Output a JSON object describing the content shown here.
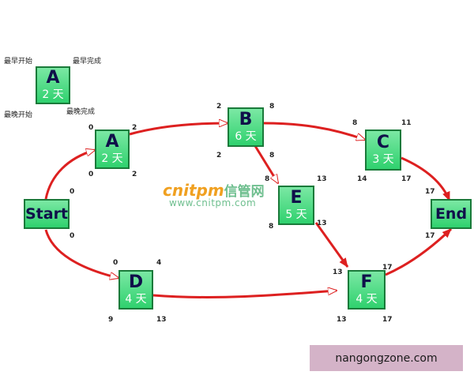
{
  "colors": {
    "edge": "#dd2020",
    "node_fill_top": "#7be8a4",
    "node_fill_bottom": "#2fd16e",
    "node_border": "#1a7a3a",
    "watermark_orange": "#f0a020",
    "watermark_green": "#6fbf8f",
    "credit_bg": "#d4b3c8"
  },
  "legend": {
    "node_name": "A",
    "node_duration": "2 天",
    "top_left": "最早开始",
    "top_right": "最早完成",
    "bottom_left": "最晚开始",
    "bottom_right": "最晚完成"
  },
  "nodes": {
    "start": {
      "name": "Start",
      "top_value": "0",
      "bottom_value": "0"
    },
    "a": {
      "name": "A",
      "duration": "2 天",
      "early_start": "0",
      "early_finish": "2",
      "late_start": "0",
      "late_finish": "2"
    },
    "b": {
      "name": "B",
      "duration": "6 天",
      "early_start": "2",
      "early_finish": "8",
      "late_start": "2",
      "late_finish": "8"
    },
    "c": {
      "name": "C",
      "duration": "3 天",
      "early_start": "8",
      "early_finish": "11",
      "late_start": "14",
      "late_finish": "17"
    },
    "d": {
      "name": "D",
      "duration": "4 天",
      "early_start": "0",
      "early_finish": "4",
      "late_start": "9",
      "late_finish": "13"
    },
    "e": {
      "name": "E",
      "duration": "5 天",
      "early_start": "8",
      "early_finish": "13",
      "late_start": "8",
      "late_finish": "13"
    },
    "f": {
      "name": "F",
      "duration": "4 天",
      "early_start": "13",
      "early_finish": "17",
      "late_start": "13",
      "late_finish": "17"
    },
    "end": {
      "name": "End",
      "top_value": "17",
      "bottom_value": "17"
    }
  },
  "watermark": {
    "brand_orange": "cnitpm",
    "brand_green": "信管网",
    "url": "www.cnitpm.com"
  },
  "credit": "nangongzone.com"
}
